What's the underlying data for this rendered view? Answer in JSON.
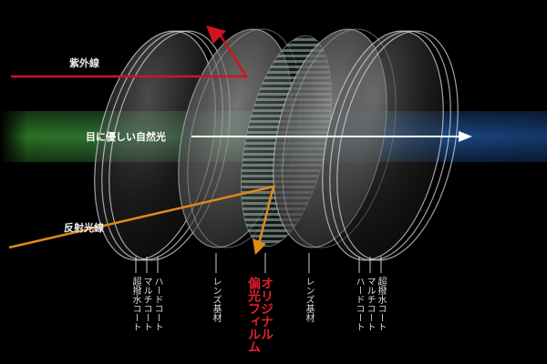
{
  "arrows": {
    "uv": {
      "label": "紫外線",
      "color": "#d2131e"
    },
    "natural": {
      "label": "目に優しい自然光",
      "color": "#ffffff"
    },
    "reflect": {
      "label": "反射光線",
      "color": "#e08a18"
    }
  },
  "layers": {
    "left_coat1": "超撥水コート",
    "left_coat2": "マルチコート",
    "left_coat3": "ハードコート",
    "left_base": "レンズ基材",
    "film_line1": "オリジナル",
    "film_line2": "偏光フィルム",
    "right_base": "レンズ基材",
    "right_coat1": "ハードコート",
    "right_coat2": "マルチコート",
    "right_coat3": "超撥水コート"
  },
  "colors": {
    "background": "#000000",
    "band_green": "#2f7d2a",
    "band_blue": "#1c4a86",
    "film_label": "#e0202a"
  }
}
